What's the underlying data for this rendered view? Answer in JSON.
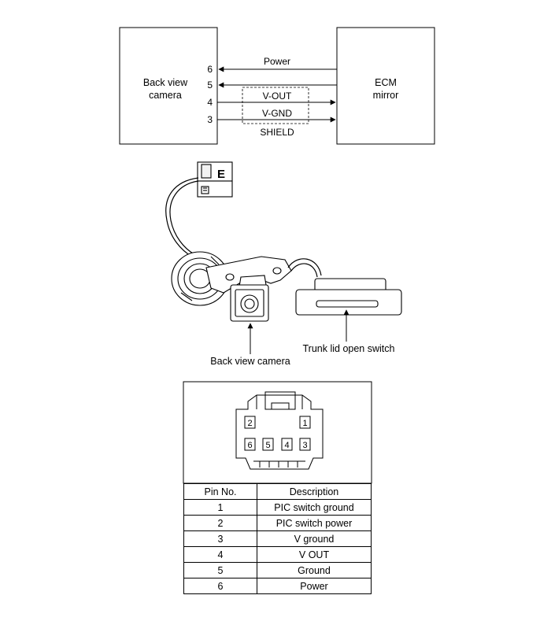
{
  "wiring": {
    "camera_label": [
      "Back view",
      "camera"
    ],
    "ecm_label": [
      "ECM",
      "mirror"
    ],
    "pins": [
      "6",
      "5",
      "4",
      "3"
    ],
    "wire_power": "Power",
    "wire_vout": "V-OUT",
    "wire_vgnd": "V-GND",
    "shield": "SHIELD"
  },
  "illustration": {
    "connector_letter": "E",
    "camera_callout": "Back view camera",
    "switch_callout": "Trunk lid open switch"
  },
  "connector": {
    "pins_top": [
      "2",
      "1"
    ],
    "pins_bottom": [
      "6",
      "5",
      "4",
      "3"
    ]
  },
  "pin_table": {
    "headers": [
      "Pin No.",
      "Description"
    ],
    "rows": [
      [
        "1",
        "PIC switch ground"
      ],
      [
        "2",
        "PIC switch power"
      ],
      [
        "3",
        "V ground"
      ],
      [
        "4",
        "V OUT"
      ],
      [
        "5",
        "Ground"
      ],
      [
        "6",
        "Power"
      ]
    ]
  }
}
